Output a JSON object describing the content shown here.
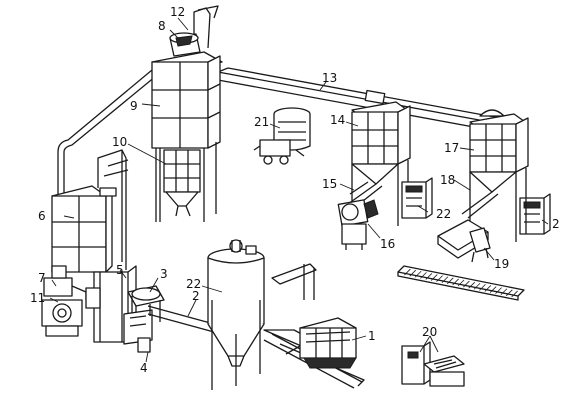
{
  "labels": {
    "n1": "1",
    "n2a": "2",
    "n2b": "2",
    "n3": "3",
    "n4": "4",
    "n5": "5",
    "n6": "6",
    "n7": "7",
    "n8": "8",
    "n9": "9",
    "n10": "10",
    "n11": "11",
    "n12": "12",
    "n13": "13",
    "n14": "14",
    "n15": "15",
    "n16": "16",
    "n17": "17",
    "n18": "18",
    "n19": "19",
    "n20": "20",
    "n21": "21",
    "n22a": "22",
    "n22b": "22"
  },
  "colors": {
    "line": "#1a1a1a",
    "background": "#ffffff"
  }
}
